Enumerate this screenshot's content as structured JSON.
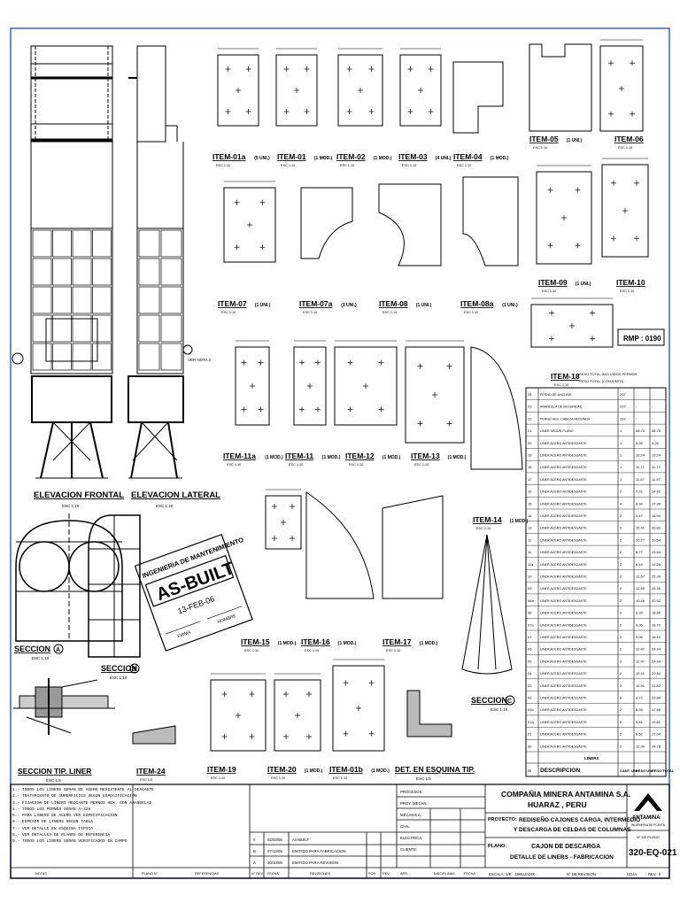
{
  "views": {
    "elev_frontal": "ELEVACION FRONTAL",
    "elev_frontal_scale": "ESC 1:10",
    "elev_lateral": "ELEVACION LATERAL",
    "elev_lateral_scale": "ESC 1:10",
    "seccion_a": "SECCION",
    "seccion_a_letter": "A",
    "seccion_a_scale": "ESC 1:10",
    "seccion_b": "SECCION",
    "seccion_b_letter": "B",
    "seccion_b_scale": "ESC 1:10",
    "seccion_c": "SECCION",
    "seccion_c_letter": "C",
    "seccion_c_scale": "ESC 1:10",
    "seccion_tip_liner": "SECCION TIP. LINER",
    "seccion_tip_liner_scale": "ESC 1:5",
    "det_esquina": "DET. EN ESQUINA TIP.",
    "det_esquina_scale": "ESC 1:5",
    "nota": "VER NOTA 2"
  },
  "stamp": {
    "line1": "INGENIERIA DE MANTENIMIENTO",
    "line2": "AS-BUILT",
    "date": "13-FEB-06",
    "firma": "FIRMA",
    "nombre": "NOMBRE"
  },
  "items": [
    {
      "name": "ITEM-01a",
      "qty": "(5 UNI.)",
      "scale": "ESC 1:10"
    },
    {
      "name": "ITEM-01",
      "qty": "(1 MOD.)",
      "scale": "ESC 1:10"
    },
    {
      "name": "ITEM-02",
      "qty": "(1 MOD.)",
      "scale": "ESC 1:10"
    },
    {
      "name": "ITEM-03",
      "qty": "(4 UNI.)",
      "scale": "ESC 1:10"
    },
    {
      "name": "ITEM-04",
      "qty": "(1 MOD.)",
      "scale": "ESC 1:10"
    },
    {
      "name": "ITEM-05",
      "qty": "(1 UNI.)",
      "scale": "ESC 1:10"
    },
    {
      "name": "ITEM-06",
      "qty": "",
      "scale": "ESC 1:10"
    },
    {
      "name": "ITEM-07",
      "qty": "(1 UNI.)",
      "scale": "ESC 1:10"
    },
    {
      "name": "ITEM-07a",
      "qty": "(1 UNI.)",
      "scale": "ESC 1:10"
    },
    {
      "name": "ITEM-08",
      "qty": "(1 UNI.)",
      "scale": "ESC 1:10"
    },
    {
      "name": "ITEM-08a",
      "qty": "(1 UNI.)",
      "scale": "ESC 1:10"
    },
    {
      "name": "ITEM-09",
      "qty": "(1 UNI.)",
      "scale": "ESC 1:10"
    },
    {
      "name": "ITEM-10",
      "qty": "",
      "scale": "ESC 1:10"
    },
    {
      "name": "ITEM-11a",
      "qty": "(1 MOD.)",
      "scale": "ESC 1:10"
    },
    {
      "name": "ITEM-11",
      "qty": "(1 MOD.)",
      "scale": "ESC 1:10"
    },
    {
      "name": "ITEM-12",
      "qty": "(1 MOD.)",
      "scale": "ESC 1:10"
    },
    {
      "name": "ITEM-13",
      "qty": "(1 MOD.)",
      "scale": "ESC 1:10"
    },
    {
      "name": "ITEM-14",
      "qty": "(1 MOD.)",
      "scale": "ESC 1:10"
    },
    {
      "name": "ITEM-15",
      "qty": "(1 MOD.)",
      "scale": "ESC 1:10"
    },
    {
      "name": "ITEM-16",
      "qty": "(1 MOD.)",
      "scale": "ESC 1:10"
    },
    {
      "name": "ITEM-17",
      "qty": "(1 MOD.)",
      "scale": "ESC 1:10"
    },
    {
      "name": "ITEM-18",
      "qty": "",
      "scale": "ESC 1:10"
    },
    {
      "name": "ITEM-19",
      "qty": "",
      "scale": "ESC 1:10"
    },
    {
      "name": "ITEM-20",
      "qty": "(1 MOD.)",
      "scale": "ESC 1:10"
    },
    {
      "name": "ITEM-01b",
      "qty": "(1 MOD.)",
      "scale": "ESC 1:10"
    },
    {
      "name": "ITEM-24",
      "qty": "",
      "scale": "ESC 1:5"
    }
  ],
  "rmp": "RMP : 0190",
  "bom": {
    "peso_total_1": "PESO TOTAL INCLUIDOS PERNOS",
    "peso_total_2": "PESO TOTAL (CONJUNTO)",
    "kg": "Kg",
    "footer": "LINERS",
    "headers": [
      "IT.",
      "DESCRIPCION",
      "CANT. UNI.",
      "PESO UNI.",
      "PESO TOTAL"
    ],
    "rows": [
      [
        "24",
        "PERNO DE ANCLAJE",
        "297",
        "-",
        "-"
      ],
      [
        "23",
        "ARANDELA DE SEGURIDAD",
        "297",
        "-",
        "-"
      ],
      [
        "22",
        "PERNO HEX. CABEZA REDONDA",
        "297",
        "-",
        "-"
      ],
      [
        "21",
        "LINER SEGUN PLANO",
        "1",
        "58.70",
        "58.70"
      ],
      [
        "20",
        "LINER ACERO ANTIDESGASTE",
        "1",
        "3.25",
        "3.25"
      ],
      [
        "19",
        "LINER ACERO ANTIDESGASTE",
        "1",
        "16.24",
        "16.24"
      ],
      [
        "18",
        "LINER ACERO ANTIDESGASTE",
        "1",
        "11.72",
        "11.72"
      ],
      [
        "17",
        "LINER ACERO ANTIDESGASTE",
        "1",
        "11.57",
        "11.57"
      ],
      [
        "16",
        "LINER ACERO ANTIDESGASTE",
        "2",
        "7.21",
        "14.42"
      ],
      [
        "15",
        "LINER ACERO ANTIDESGASTE",
        "4",
        "4.34",
        "17.36"
      ],
      [
        "14",
        "LINER ACERO ANTIDESGASTE",
        "2",
        "9.47",
        "18.94"
      ],
      [
        "13",
        "LINER ACERO ANTIDESGASTE",
        "2",
        "15.41",
        "30.82"
      ],
      [
        "12",
        "LINER ACERO ANTIDESGASTE",
        "2",
        "10.27",
        "20.54"
      ],
      [
        "11",
        "LINER ACERO ANTIDESGASTE",
        "2",
        "6.77",
        "13.54"
      ],
      [
        "11a",
        "LINER ACERO ANTIDESGASTE",
        "2",
        "6.14",
        "12.28"
      ],
      [
        "10",
        "LINER ACERO ANTIDESGASTE",
        "2",
        "12.67",
        "25.34"
      ],
      [
        "09",
        "LINER ACERO ANTIDESGASTE",
        "2",
        "12.65",
        "25.30"
      ],
      [
        "08a",
        "LINER ACERO ANTIDESGASTE",
        "2",
        "10.46",
        "20.92"
      ],
      [
        "08",
        "LINER ACERO ANTIDESGASTE",
        "2",
        "9.33",
        "18.66"
      ],
      [
        "07a",
        "LINER ACERO ANTIDESGASTE",
        "2",
        "9.35",
        "18.70"
      ],
      [
        "07",
        "LINER ACERO ANTIDESGASTE",
        "2",
        "9.05",
        "18.10"
      ],
      [
        "06",
        "LINER ACERO ANTIDESGASTE",
        "2",
        "12.47",
        "24.94"
      ],
      [
        "05",
        "LINER ACERO ANTIDESGASTE",
        "2",
        "12.47",
        "24.94"
      ],
      [
        "04",
        "LINER ACERO ANTIDESGASTE",
        "2",
        "10.41",
        "20.82"
      ],
      [
        "03",
        "LINER ACERO ANTIDESGASTE",
        "2",
        "10.91",
        "21.82"
      ],
      [
        "02",
        "LINER ACERO ANTIDESGASTE",
        "8",
        "3.73",
        "29.84"
      ],
      [
        "01b",
        "LINER ACERO ANTIDESGASTE",
        "2",
        "8.93",
        "17.86"
      ],
      [
        "01a",
        "LINER ACERO ANTIDESGASTE",
        "2",
        "9.81",
        "19.62"
      ],
      [
        "01",
        "LINER ACERO ANTIDESGASTE",
        "2",
        "8.52",
        "17.04"
      ],
      [
        "00",
        "LINER ACERO ANTIDESGASTE",
        "2",
        "12.39",
        "24.78"
      ]
    ]
  },
  "notes": [
    "1.- TODOS LOS LINERS SERAN DE ACERO RESISTENTE AL DESGASTE",
    "2.- TRATAMIENTO DE SUPERFICIES SEGUN ESPECIFICACION",
    "3.- FIJACION DE LINERS MEDIANTE PERNOS HEX. CON ARANDELAS",
    "4.- TODOS LOS PERNOS SERAN A-325",
    "5.- PARA LINERS DE ACERO VER ESPECIFICACION",
    "6.- ESPESOR DE LINERS SEGUN TABLA",
    "7.- VER DETALLE EN ESQUINA TIPICA",
    "8.- VER DETALLES DE PLANOS DE REFERENCIA",
    "9.- TODOS LOS LINERS SERAN VERIFICADOS EN CAMPO"
  ],
  "revisions": {
    "rows": [
      [
        "0",
        "02/03/06",
        "AS-BUILT"
      ],
      [
        "B",
        "07/12/05",
        "EMITIDO PARA FABRICACION"
      ],
      [
        "A",
        "20/10/05",
        "EMITIDO PARA REVISION"
      ]
    ],
    "headers": [
      "NOTAS",
      "PLANO N°",
      "REFERENCIAS",
      "N° REV.",
      "FECHA",
      "REVISIONES",
      "POR",
      "REV.",
      "APR.",
      "DISCIPLINAS",
      "FECHA"
    ],
    "labels": [
      "PROCESOS:",
      "PROY. MECAN.:",
      "MECANICA:",
      "CIVIL:",
      "ELECTRICA:",
      "CLIENTE:"
    ]
  },
  "title_block": {
    "company": "COMPAÑIA MINERA ANTAMINA S.A.",
    "location": "HUARAZ , PERU",
    "proyecto_label": "PROYECTO:",
    "proyecto_1": "REDISEÑO CAJONES CARGA, INTERMEDIO",
    "proyecto_2": "Y DESCARGA DE CELDAS DE COLUMNAS",
    "plano_label": "PLANO:",
    "plano_1": "CAJON DE DESCARGA",
    "plano_2": "DETALLE DE LINERS - FABRICACION",
    "logo": "ANTAMINA",
    "logo_sub": "INGENIERIA DE PLANTA",
    "plano_no_label": "N° DE PLANO",
    "plano_no": "320-EQ-021",
    "escala": "ESCALA: S/E",
    "dibujado": "DIBUJADO:",
    "revisado": "N° DE REVISION:",
    "hoja": "HOJA:",
    "rev": "REV.: 0"
  }
}
